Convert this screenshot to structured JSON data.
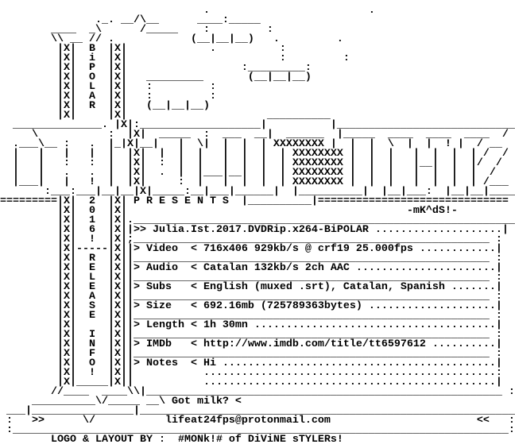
{
  "nfo": {
    "lines": [
      "                                .                         .",
      "               ._. __/\\__      ____:_____",
      "        ____  _\\      /_____    :         :",
      "        \\\\ __ // .            (__|__|__)   .         .",
      "         |X|  B  |X|             .          :",
      "         |X|  i  |X|                        :         :",
      "         |X|  P  |X|                  :_________:",
      "         |X|  O  |X|   _________       (__|__|__)",
      "         |X|  L  |X|   :         :",
      "         |X|  A  |X|   :         :",
      "         |X|  R  |X|   (__|__|__)",
      "         |X|     |X|                      __________",
      "  ______________. |X|:___________________|          |____________________________",
      "     \\           :  |X|  _____  :  ___  __|  ______  |_____  ____  ____  ____  /",
      "  .___\\__ :   .  |_|X|__|   |  \\|  |  |  | XXXXXXXX |  |  |  \\  |  |  ! |  / __",
      "  |   |   |   |  |  |X|  |  |  |   |  |  |  | XXXXXXXX |  |  |   |  |  |  | /  /",
      "  |   |   :   :  |  |X|  :  |  |   |  |  |  | XXXXXXXX |  |  |   |__|  |  |/  /",
      "  |   |   .   .  |  |X|  .  |  |___|__|  |  | XXXXXXXX |  |  |   |  |  |  |  /",
      "  |___|   |   !  |  |X|     :  |   |  |  |  | XXXXXXXX |  |  |   |  |  |  | /___",
      "       :___:___|__|__|X|_____:__|___|______|  |__________|  |__|___:  |__|__|_____|",
      "=========|X|  2  |X| P R E S E N T S  |__________|==============================",
      "         |X|  0  |X|                                            -mK^dS!-",
      "         |X|  1  |X|.____________________________________________________________",
      "         |X|  6  |X||>> Julia.Ist.2017.DVDRip.x264-BiPOLAR ....................|",
      "         |X|  !  |X|;________________________________________________________ :",
      "         |X|-----|X||> Video  < 716x406 929kb/s @ crf19 25.000fps ............|",
      "         |X|  R  |X||________________________________________________________ :",
      "         |X|  E  |X||> Audio  < Catalan 132kb/s 2ch AAC ......................|",
      "         |X|  L  |X||________________________________________________________ :",
      "         |X|  E  |X||> Subs   < English (muxed .srt), Catalan, Spanish .......|",
      "         |X|  A  |X||________________________________________________________ :",
      "         |X|  S  |X||> Size   < 692.16mb (725789363bytes) ....................|",
      "         |X|  E  |X||________________________________________________________ :",
      "         |X|     |X||> Length < 1h 30mn ......................................|",
      "         |X|  I  |X||________________________________________________________ :",
      "         |X|  N  |X||> IMDb   < http://www.imdb.com/title/tt6597612 ..........|",
      "         |X|  F  |X||________________________________________________________ :",
      "         |X|  O  |X||> Notes  < Hi ...........................................|",
      "         |X|  !  |X||           ..............................................:",
      "         |X|_____|X||           ..............................................|",
      "        //____  ____\\\\|________________________________________________________ :",
      "     __________\\/_____ __\\ Got milk? <",
      " ___|________________|____________________________________________________________",
      " :   >>      \\/           lifeat24fps@protonmail.com                       <<   :",
      " :______________________________________________________________________________:",
      "        LOGO & LAYOUT BY :  #MONk!# of DiViNE sTYLERs!"
    ]
  }
}
